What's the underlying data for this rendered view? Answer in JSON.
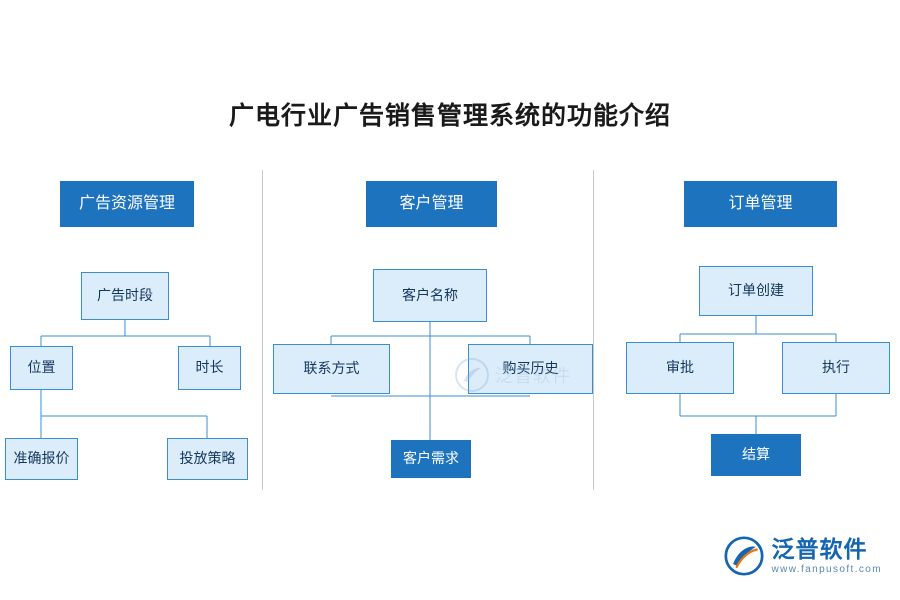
{
  "page": {
    "title": "广电行业广告销售管理系统的功能介绍",
    "background": "#ffffff",
    "accent_solid": "#1e73be",
    "accent_light": "#dbedfb",
    "accent_border": "#3b8ed0"
  },
  "watermark": {
    "text": "泛普软件",
    "icon": "fanpu-logo-icon"
  },
  "logo": {
    "cn": "泛普软件",
    "en": "www.fanpusoft.com",
    "icon": "fanpu-logo-icon"
  },
  "columns": [
    {
      "name": "advertising-resource",
      "header": "广告资源管理",
      "nodes": [
        {
          "name": "ad-timeslot",
          "label": "广告时段",
          "style": "light"
        },
        {
          "name": "position",
          "label": "位置",
          "style": "light"
        },
        {
          "name": "duration",
          "label": "时长",
          "style": "light"
        },
        {
          "name": "accurate-quote",
          "label": "准确报价",
          "style": "light"
        },
        {
          "name": "delivery-strategy",
          "label": "投放策略",
          "style": "light"
        }
      ]
    },
    {
      "name": "customer-management",
      "header": "客户管理",
      "nodes": [
        {
          "name": "customer-name",
          "label": "客户名称",
          "style": "light"
        },
        {
          "name": "contact-method",
          "label": "联系方式",
          "style": "light"
        },
        {
          "name": "purchase-history",
          "label": "购买历史",
          "style": "light"
        },
        {
          "name": "customer-demand",
          "label": "客户需求",
          "style": "solid"
        }
      ]
    },
    {
      "name": "order-management",
      "header": "订单管理",
      "nodes": [
        {
          "name": "order-create",
          "label": "订单创建",
          "style": "light"
        },
        {
          "name": "approval",
          "label": "审批",
          "style": "light"
        },
        {
          "name": "execution",
          "label": "执行",
          "style": "light"
        },
        {
          "name": "settlement",
          "label": "结算",
          "style": "solid"
        }
      ]
    }
  ]
}
